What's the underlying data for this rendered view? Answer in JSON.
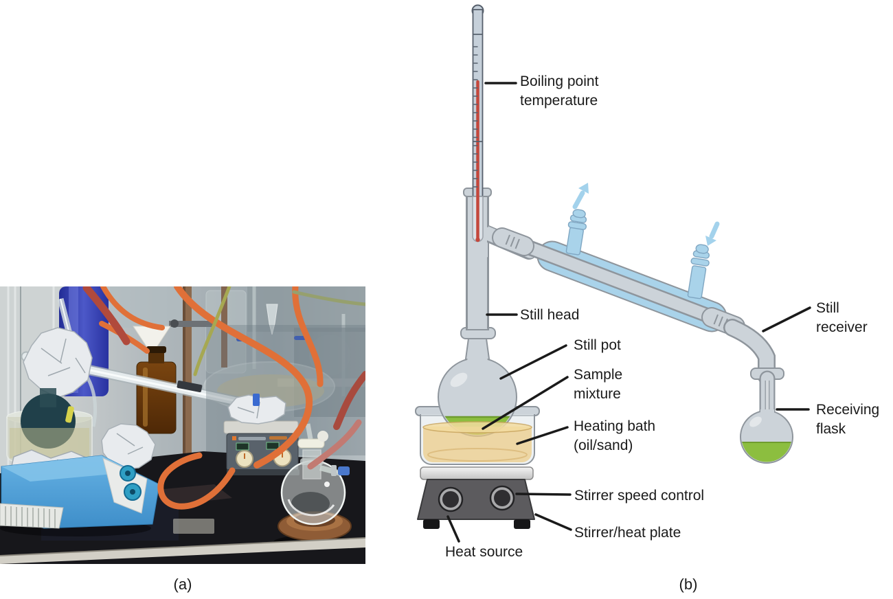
{
  "figure": {
    "captions": {
      "a": "(a)",
      "b": "(b)"
    }
  },
  "diagram": {
    "labels": {
      "boiling_point": {
        "lines": [
          "Boiling point",
          "temperature"
        ]
      },
      "still_head": {
        "lines": [
          "Still head"
        ]
      },
      "still_pot": {
        "lines": [
          "Still pot"
        ]
      },
      "sample_mixture": {
        "lines": [
          "Sample",
          "mixture"
        ]
      },
      "heating_bath": {
        "lines": [
          "Heating bath",
          "(oil/sand)"
        ]
      },
      "stirrer_speed_control": {
        "lines": [
          "Stirrer speed control"
        ]
      },
      "stirrer_heat_plate": {
        "lines": [
          "Stirrer/heat plate"
        ]
      },
      "heat_source": {
        "lines": [
          "Heat source"
        ]
      },
      "still_receiver": {
        "lines": [
          "Still",
          "receiver"
        ]
      },
      "receiving_flask": {
        "lines": [
          "Receiving",
          "flask"
        ]
      }
    }
  },
  "colors": {
    "ink": "#1a1a1a",
    "glass": "#ccd3d9",
    "glassline": "#8e959c",
    "waterblue": "#a9d3ea",
    "arrowblue": "#a3d2ec",
    "mercury": "#c4473c",
    "green": "#8cbe3f",
    "greenline": "#6f9c2f",
    "amber": "#ecca82",
    "plate_body": "#5c5b5e",
    "knob_dark": "#2f2e31",
    "page_bg": "#ffffff"
  }
}
